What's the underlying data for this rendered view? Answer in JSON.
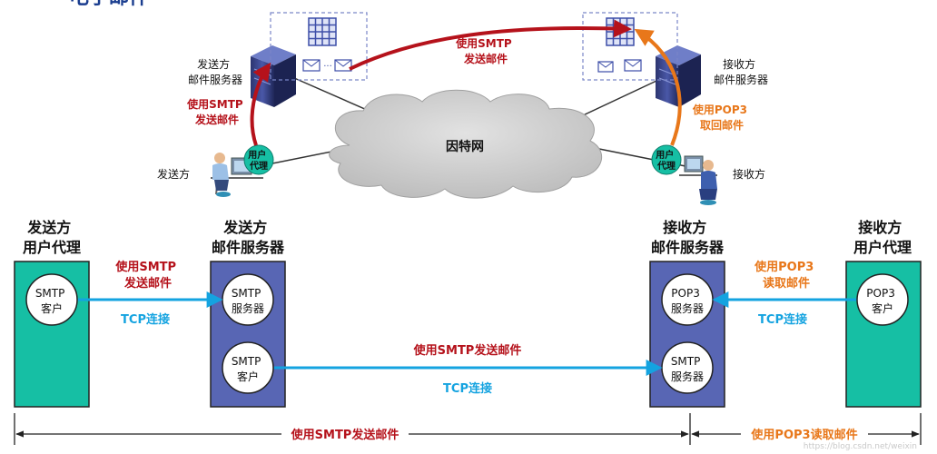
{
  "heading_fragment": "电子邮件",
  "colors": {
    "smtp_red": "#b5121b",
    "pop3_orange": "#e8771a",
    "tcp_blue": "#14a3e0",
    "ua_green": "#16bfa4",
    "server_purple": "#5866b4",
    "cloud_gray": "#c8c8c8"
  },
  "top": {
    "sender_server_label": [
      "发送方",
      "邮件服务器"
    ],
    "receiver_server_label": [
      "接收方",
      "邮件服务器"
    ],
    "sender_label": "发送方",
    "receiver_label": "接收方",
    "internet_label": "因特网",
    "user_agent_badge": [
      "用户",
      "代理"
    ],
    "arrow_send_smtp": [
      "使用SMTP",
      "发送邮件"
    ],
    "arrow_relay_smtp": [
      "使用SMTP",
      "发送邮件"
    ],
    "arrow_fetch_pop3": [
      "使用POP3",
      "取回邮件"
    ]
  },
  "bottom": {
    "sender_ua_title": [
      "发送方",
      "用户代理"
    ],
    "sender_server_title": [
      "发送方",
      "邮件服务器"
    ],
    "receiver_server_title": [
      "接收方",
      "邮件服务器"
    ],
    "receiver_ua_title": [
      "接收方",
      "用户代理"
    ],
    "smtp_client_1": [
      "SMTP",
      "客户"
    ],
    "smtp_server_1": [
      "SMTP",
      "服务器"
    ],
    "smtp_client_2": [
      "SMTP",
      "客户"
    ],
    "smtp_server_2": [
      "SMTP",
      "服务器"
    ],
    "pop3_server": [
      "POP3",
      "服务器"
    ],
    "pop3_client": [
      "POP3",
      "客户"
    ],
    "link1_top": [
      "使用SMTP",
      "发送邮件"
    ],
    "link1_bottom": "TCP连接",
    "link2_top": "使用SMTP发送邮件",
    "link2_bottom": "TCP连接",
    "link3_top": [
      "使用POP3",
      "读取邮件"
    ],
    "link3_bottom": "TCP连接",
    "span_left": "使用SMTP发送邮件",
    "span_right": "使用POP3读取邮件"
  },
  "watermark": "https://blog.csdn.net/weixin"
}
